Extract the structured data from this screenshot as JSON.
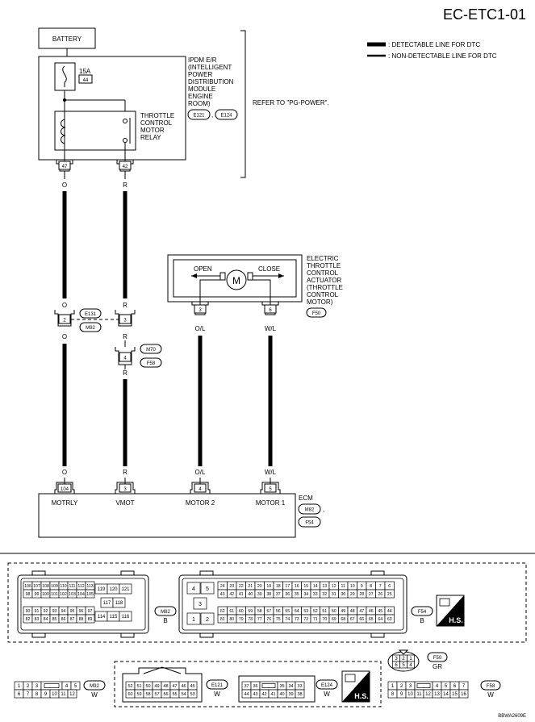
{
  "page_id": "EC-ETC1-01",
  "figure_code": "BBWA2609E",
  "legend": {
    "detectable": ": DETECTABLE LINE FOR DTC",
    "non_detectable": ": NON-DETECTABLE LINE FOR DTC"
  },
  "battery": "BATTERY",
  "fuse": {
    "rating": "15A",
    "number": "44"
  },
  "ipdm": {
    "lines": [
      "IPDM E/R",
      "(INTELLIGENT",
      "POWER",
      "DISTRIBUTION",
      "MODULE",
      "ENGINE",
      "ROOM)"
    ],
    "connectors": [
      "E121",
      "E124"
    ],
    "sep": ","
  },
  "refer": "REFER TO \"PG-POWER\".",
  "relay": {
    "lines": [
      "THROTTLE",
      "CONTROL",
      "MOTOR",
      "RELAY"
    ]
  },
  "pins": {
    "ipdm_47": "47",
    "ipdm_42": "42",
    "jc_2": "2",
    "jc_3": "3",
    "jc2_4": "4",
    "act_3": "3",
    "act_6": "6",
    "ecm_104": "104",
    "ecm_3": "3",
    "ecm_4": "4",
    "ecm_5": "5"
  },
  "wires": {
    "o": "O",
    "r": "R",
    "ol": "O/L",
    "wl": "W/L"
  },
  "joint1": {
    "connectors": [
      "E131",
      "M92"
    ]
  },
  "joint2": {
    "connectors": [
      "M70",
      "F58"
    ]
  },
  "actuator": {
    "open": "OPEN",
    "close": "CLOSE",
    "motor": "M",
    "lines": [
      "ELECTRIC",
      "THROTTLE",
      "CONTROL",
      "ACTUATOR",
      "(THROTTLE",
      "CONTROL",
      "MOTOR)"
    ],
    "connector": "F50"
  },
  "ecm": {
    "label": "ECM",
    "connectors": [
      "M82",
      "F54"
    ],
    "sep": ",",
    "terminals": [
      "MOTRLY",
      "VMOT",
      "MOTOR 2",
      "MOTOR 1"
    ]
  },
  "connector_views": {
    "m82": {
      "label": "M82",
      "color": "B",
      "row1": [
        "106",
        "107",
        "108",
        "109",
        "110",
        "111",
        "112",
        "113"
      ],
      "row2": [
        "98",
        "99",
        "100",
        "101",
        "102",
        "103",
        "104",
        "105"
      ],
      "row3": [
        "90",
        "91",
        "92",
        "93",
        "94",
        "95",
        "96",
        "97"
      ],
      "row4": [
        "82",
        "83",
        "84",
        "85",
        "86",
        "87",
        "88",
        "89"
      ],
      "mid_top": [
        "119",
        "120",
        "121"
      ],
      "mid_mid": [
        "117",
        "118"
      ],
      "mid_bot": [
        "114",
        "115",
        "116"
      ]
    },
    "f54": {
      "label": "F54",
      "color": "B",
      "left": [
        "4",
        "5",
        "3",
        "1",
        "2"
      ],
      "row1": [
        "24",
        "23",
        "22",
        "21",
        "20",
        "19",
        "18",
        "17",
        "16",
        "15",
        "14",
        "13",
        "12",
        "11",
        "10",
        "9",
        "8",
        "7",
        "6"
      ],
      "row2": [
        "43",
        "42",
        "41",
        "40",
        "39",
        "38",
        "37",
        "36",
        "35",
        "34",
        "33",
        "32",
        "31",
        "30",
        "29",
        "28",
        "27",
        "26",
        "25"
      ],
      "row3": [
        "62",
        "61",
        "60",
        "59",
        "58",
        "57",
        "56",
        "55",
        "54",
        "53",
        "52",
        "51",
        "50",
        "49",
        "48",
        "47",
        "46",
        "45",
        "44"
      ],
      "row4": [
        "81",
        "80",
        "79",
        "78",
        "77",
        "76",
        "75",
        "74",
        "73",
        "72",
        "71",
        "70",
        "69",
        "68",
        "67",
        "66",
        "65",
        "64",
        "63"
      ]
    },
    "hs": "H.S.",
    "m92": {
      "label": "M92",
      "color": "W",
      "row1": [
        "1",
        "2",
        "3",
        "4",
        "5"
      ],
      "row2": [
        "6",
        "7",
        "8",
        "9",
        "10",
        "11",
        "12"
      ]
    },
    "e121": {
      "label": "E121",
      "color": "W",
      "row1": [
        "52",
        "51",
        "50",
        "49",
        "48",
        "47",
        "46",
        "45"
      ],
      "row2": [
        "60",
        "59",
        "58",
        "57",
        "56",
        "55",
        "54",
        "53"
      ]
    },
    "e124": {
      "label": "E124",
      "color": "W",
      "row1": [
        "37",
        "36",
        "35",
        "34",
        "33"
      ],
      "row2": [
        "44",
        "43",
        "42",
        "41",
        "40",
        "39",
        "38"
      ]
    },
    "f50": {
      "label": "F50",
      "color": "GR",
      "row1": [
        "3",
        "2",
        "1"
      ],
      "row2": [
        "6",
        "5",
        "4"
      ]
    },
    "f58": {
      "label": "F58",
      "color": "W",
      "row1": [
        "1",
        "2",
        "3",
        "4",
        "5",
        "6",
        "7"
      ],
      "row2": [
        "8",
        "9",
        "10",
        "11",
        "12",
        "13",
        "14",
        "15",
        "16"
      ]
    }
  }
}
